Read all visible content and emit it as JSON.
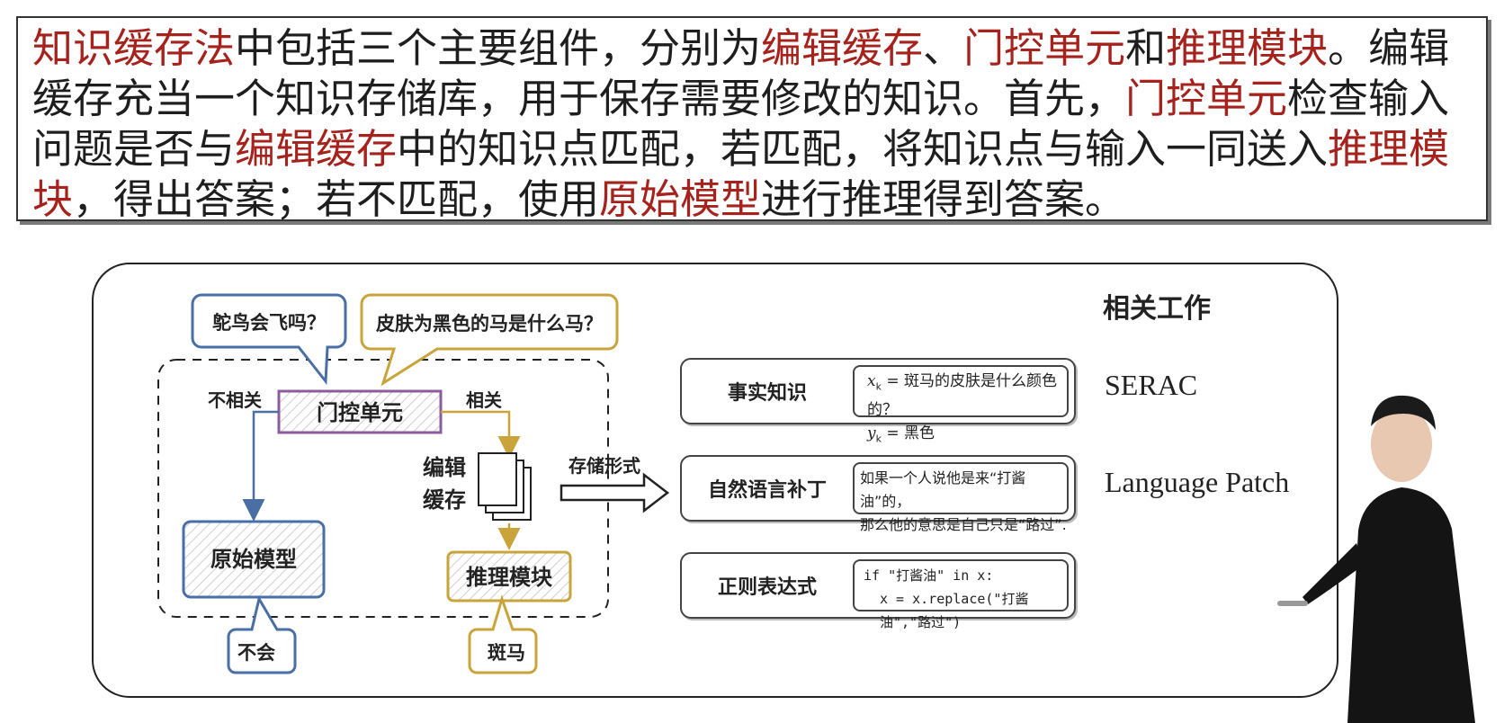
{
  "intro_text": {
    "segments": [
      {
        "text": "知识缓存法",
        "hl": true
      },
      {
        "text": "中包括三个主要组件，分别为",
        "hl": false
      },
      {
        "text": "编辑缓存",
        "hl": true
      },
      {
        "text": "、",
        "hl": false
      },
      {
        "text": "门控单元",
        "hl": true
      },
      {
        "text": "和",
        "hl": false
      },
      {
        "text": "推理模块",
        "hl": true
      },
      {
        "text": "。编辑缓存充当一个知识存储库，用于保存需要修改的知识。首先，",
        "hl": false
      },
      {
        "text": "门控单元",
        "hl": true
      },
      {
        "text": "检查输入问题是否与",
        "hl": false
      },
      {
        "text": "编辑缓存",
        "hl": true
      },
      {
        "text": "中的知识点匹配，若匹配，将知识点与输入一同送入",
        "hl": false
      },
      {
        "text": "推理模块",
        "hl": true
      },
      {
        "text": "，得出答案；若不匹配，使用",
        "hl": false
      },
      {
        "text": "原始模型",
        "hl": true
      },
      {
        "text": "进行推理得到答案。",
        "hl": false
      }
    ],
    "highlight_color": "#a5231c"
  },
  "diagram": {
    "bubble_left": "鸵鸟会飞吗？",
    "bubble_right": "皮肤为黑色的马是什么马？",
    "gate_label": "门控单元",
    "not_related": "不相关",
    "related": "相关",
    "edit_cache": [
      "编辑",
      "缓存"
    ],
    "original_model": "原始模型",
    "reasoning_module": "推理模块",
    "answer_left": "不会",
    "answer_right": "斑马",
    "storage_form": "存储形式",
    "colors": {
      "blue": "#4a6fa5",
      "gold": "#c9a43a",
      "purple": "#8c5c9e"
    }
  },
  "related_work": {
    "title": "相关工作",
    "rows": [
      {
        "label": "事实知识",
        "line1_math": "x",
        "line1_sub": "k",
        "line1_text": " = 斑马的皮肤是什么颜色的？",
        "line2_math": "y",
        "line2_sub": "k",
        "line2_text": " = 黑色",
        "method": "SERAC"
      },
      {
        "label": "自然语言补丁",
        "line1": "如果一个人说他是来“打酱油”的，",
        "line2": "那么他的意思是自己只是“路过”.",
        "method": "Language Patch"
      },
      {
        "label": "正则表达式",
        "code1": "if \"打酱油\" in x:",
        "code2": "x = x.replace(\"打酱油\",\"路过\")"
      }
    ]
  }
}
